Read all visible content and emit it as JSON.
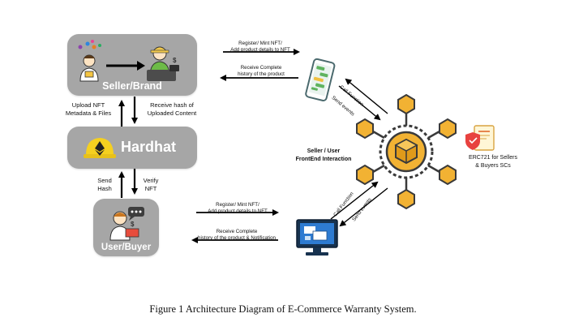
{
  "nodes": {
    "seller": {
      "label": "Seller/Brand"
    },
    "hardhat": {
      "label": "Hardhat"
    },
    "buyer": {
      "label": "User/Buyer"
    }
  },
  "edges": {
    "upload_nft": "Upload NFT\nMetadata & Files",
    "receive_hash": "Receive hash of\nUploaded Content",
    "send_hash": "Send\nHash",
    "verify_nft": "Verify\nNFT",
    "seller_register": "Register/ Mint NFT/\nAdd product details to NFT",
    "seller_receive": "Receive Complete\nhistory of the product",
    "buyer_register": "Register/ Mint NFT/\nAdd product details to NFT",
    "buyer_receive": "Receive Complete\nhistory of the product & Notification",
    "call_function_top": "Call Function",
    "send_events_top": "Send events",
    "call_function_bottom": "Call Function",
    "send_events_bottom": "Send events"
  },
  "frontend_label": "Seller / User\nFrontEnd Interaction",
  "erc721_label": "ERC721 for Sellers\n& Buyers SCs",
  "caption": "Figure 1 Architecture Diagram of E-Commerce Warranty System."
}
